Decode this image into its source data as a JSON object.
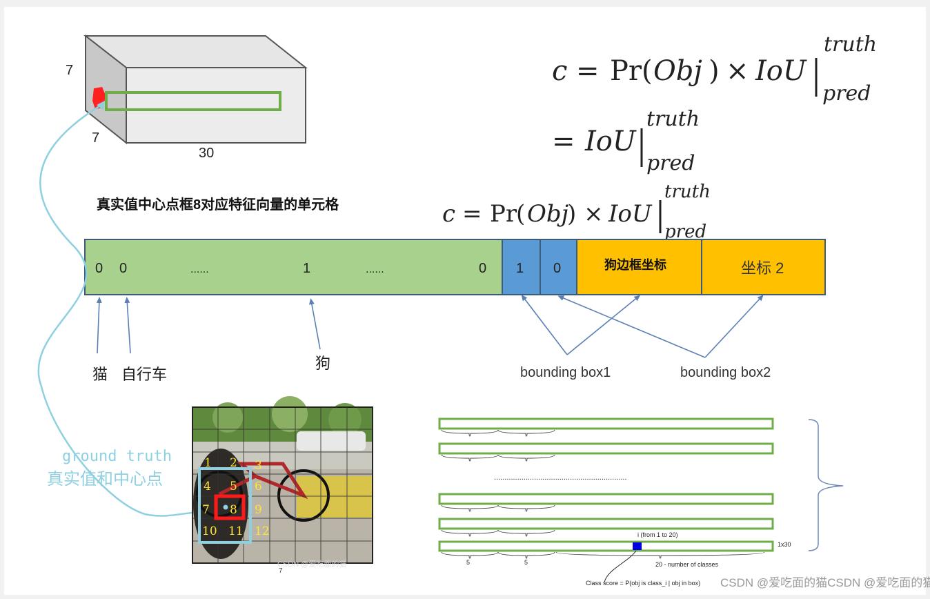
{
  "cube": {
    "side_label": "7",
    "depth_label": "7",
    "width_label": "30"
  },
  "formula": {
    "line1": {
      "c": "c",
      "eq": "=",
      "pr": "Pr",
      "lp": "(",
      "obj": "Obj",
      "rp": ")",
      "times": "×",
      "iou": "IoU",
      "sup": "truth",
      "sub": "pred"
    },
    "line2": {
      "eq": "=",
      "iou": "IoU",
      "sup": "truth",
      "sub": "pred"
    },
    "line3": {
      "c": "c",
      "eq": "=",
      "pr": "Pr",
      "lp": "(",
      "obj": "Obj",
      "rp": ")",
      "times": "×",
      "iou": "IoU",
      "sup": "truth",
      "sub": "pred"
    }
  },
  "caption": "真实值中心点框8对应特征向量的单元格",
  "vector": {
    "cells": [
      "0",
      "0",
      "......",
      "1",
      "......",
      "0"
    ],
    "box_conf": [
      "1",
      "0"
    ],
    "coord1": "狗边框坐标",
    "coord2": "坐标 2",
    "colors": {
      "class_green": "#a9d18e",
      "conf_blue": "#5b9bd5",
      "coord_orange": "#ffc000",
      "border": "#3c5a7a"
    }
  },
  "labels": {
    "cat": "猫",
    "bike": "自行车",
    "dog": "狗",
    "bbox1": "bounding box1",
    "bbox2": "bounding box2"
  },
  "ground_truth": {
    "en": "ground truth",
    "zh": "真实值和中心点",
    "color": "#8fd0e0"
  },
  "grid_image": {
    "cell_numbers": [
      "1",
      "2",
      "3",
      "4",
      "5",
      "6",
      "7",
      "8",
      "9",
      "10",
      "11",
      "12"
    ],
    "watermark": "CSDN @爱吃面的猫",
    "bottom_mark": "7"
  },
  "rows_diagram": {
    "ellipsis": "...............................................................",
    "index_label": "i (from 1 to 20)",
    "size_label": "1x30",
    "num5a": "5",
    "num5b": "5",
    "classes_label": "20 - number of classes",
    "class_score": "Class score = P(obj is class_i | obj in box)"
  },
  "watermark": "CSDN @爱吃面的猫CSDN @爱吃面的猫"
}
